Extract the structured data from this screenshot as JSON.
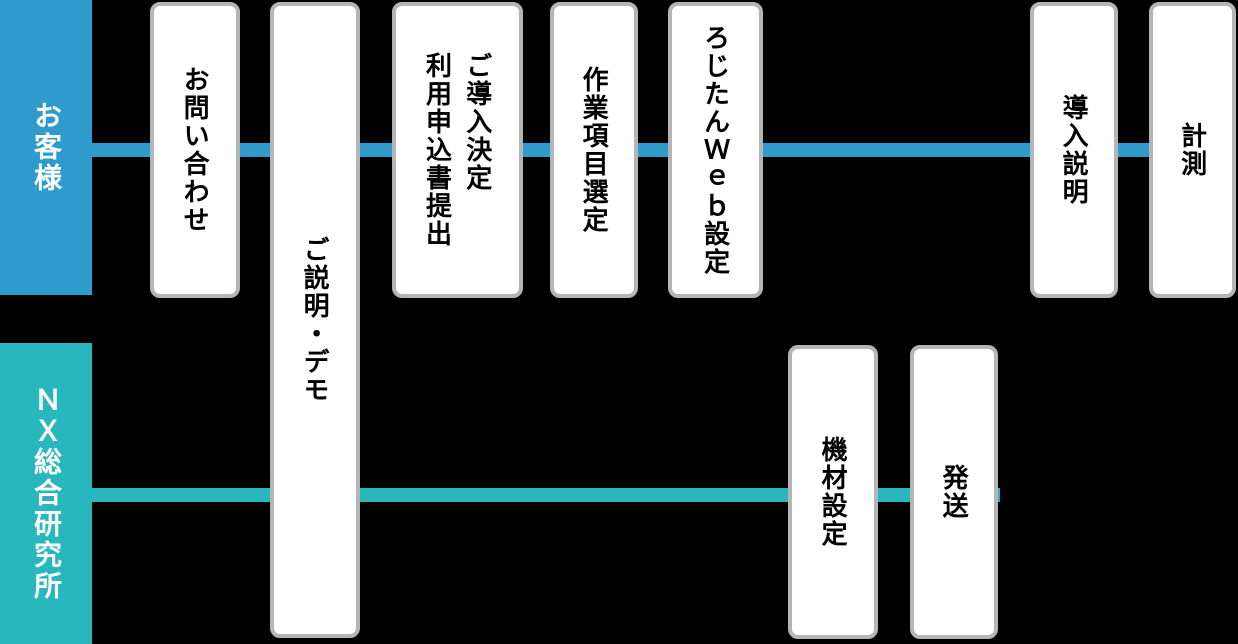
{
  "diagram": {
    "title": "service-introduction-flow",
    "lanes": [
      {
        "id": "customer",
        "label": "お客様"
      },
      {
        "id": "institute",
        "label": "ＮＸ総合研究所"
      }
    ],
    "steps": [
      {
        "id": "inquiry",
        "lane": "customer",
        "label": "お問い合わせ"
      },
      {
        "id": "explanation-demo",
        "lane": "both",
        "label": "ご説明・デモ"
      },
      {
        "id": "decision-application",
        "lane": "customer",
        "label": "ご導入決定\n利用申込書提出"
      },
      {
        "id": "work-item-selection",
        "lane": "customer",
        "label": "作業項目選定"
      },
      {
        "id": "rojitan-web-setup",
        "lane": "customer",
        "label": "ろじたんＷｅｂ設定"
      },
      {
        "id": "equipment-setup",
        "lane": "institute",
        "label": "機材設定"
      },
      {
        "id": "shipping",
        "lane": "institute",
        "label": "発送"
      },
      {
        "id": "introduction-explanation",
        "lane": "customer",
        "label": "導入説明"
      },
      {
        "id": "measurement",
        "lane": "customer",
        "label": "計測"
      }
    ],
    "colors": {
      "customer_accent": "#2E9BCC",
      "institute_accent": "#28B7BD",
      "box_border": "#B5B5B5",
      "box_background": "#FFFFFF",
      "text": "#000000",
      "lane_label_text": "#FFFFFF",
      "background": "#000000"
    }
  }
}
